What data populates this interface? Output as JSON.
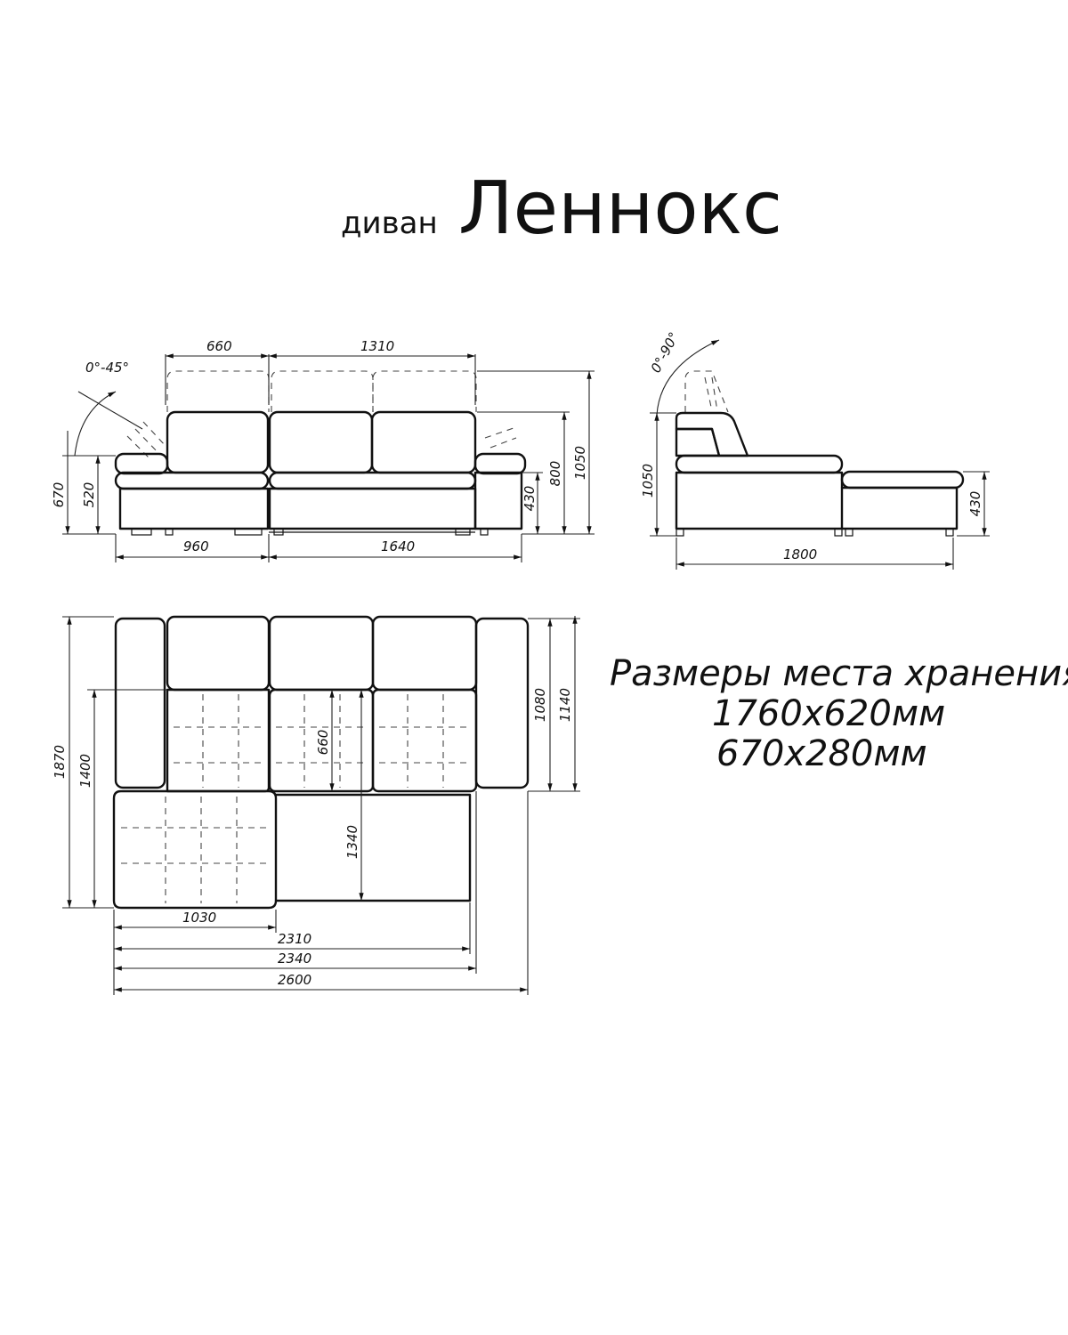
{
  "title": {
    "prefix": "диван",
    "name": "Леннокс"
  },
  "front_view": {
    "angle_label": "0°-45°",
    "dims": {
      "width_top_left": "660",
      "width_top_right": "1310",
      "width_bottom_left": "960",
      "width_bottom_right": "1640",
      "h_670": "670",
      "h_520": "520",
      "h_430": "430",
      "h_800": "800",
      "h_1050": "1050"
    }
  },
  "side_view": {
    "angle_label": "0°-90°",
    "dims": {
      "h_1050": "1050",
      "h_430": "430",
      "w_1800": "1800"
    }
  },
  "top_view": {
    "dims": {
      "d_1870": "1870",
      "d_1400": "1400",
      "d_660": "660",
      "d_1340": "1340",
      "d_1080": "1080",
      "d_1140": "1140",
      "d_1030": "1030",
      "d_2310": "2310",
      "d_2340": "2340",
      "d_2600": "2600"
    }
  },
  "storage": {
    "heading": "Размеры места хранения",
    "size1": "1760х620мм",
    "size2": "670х280мм"
  }
}
